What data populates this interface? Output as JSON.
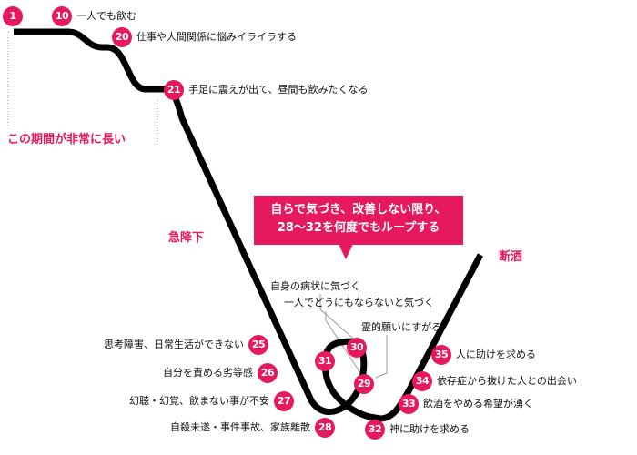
{
  "colors": {
    "accent": "#e6195e",
    "line": "#000000",
    "text": "#111111",
    "guide": "#999999"
  },
  "callout": {
    "line1": "自らで気づき、改善しない限り、",
    "line2": "28〜32を何度でもループする"
  },
  "notes": {
    "long_period": "この期間が非常に長い",
    "rapid_decline": "急降下",
    "abstinence": "断酒"
  },
  "stages": [
    {
      "num": "1",
      "label": ""
    },
    {
      "num": "10",
      "label": "一人でも飲む"
    },
    {
      "num": "20",
      "label": "仕事や人間関係に悩みイライラする"
    },
    {
      "num": "21",
      "label": "手足に震えが出て、昼間も飲みたくなる"
    },
    {
      "num": "25",
      "label": "思考障害、日常生活ができない"
    },
    {
      "num": "26",
      "label": "自分を責める劣等感"
    },
    {
      "num": "27",
      "label": "幻聴・幻覚、飲まない事が不安"
    },
    {
      "num": "28",
      "label": "自殺未遂・事件事故、家族離散"
    },
    {
      "num": "29",
      "label": "一人でどうにもならないと気づく"
    },
    {
      "num": "30",
      "label": "自身の病状に気づく"
    },
    {
      "num": "31",
      "label": ""
    },
    {
      "num": "32",
      "label": "神に助けを求める"
    },
    {
      "num": "33",
      "label": "飲酒をやめる希望が湧く"
    },
    {
      "num": "34",
      "label": "依存症から抜けた人との出会い"
    },
    {
      "num": "35",
      "label": "人に助けを求める"
    }
  ],
  "extra_labels": {
    "prayer": "霊的願いにすがる"
  }
}
